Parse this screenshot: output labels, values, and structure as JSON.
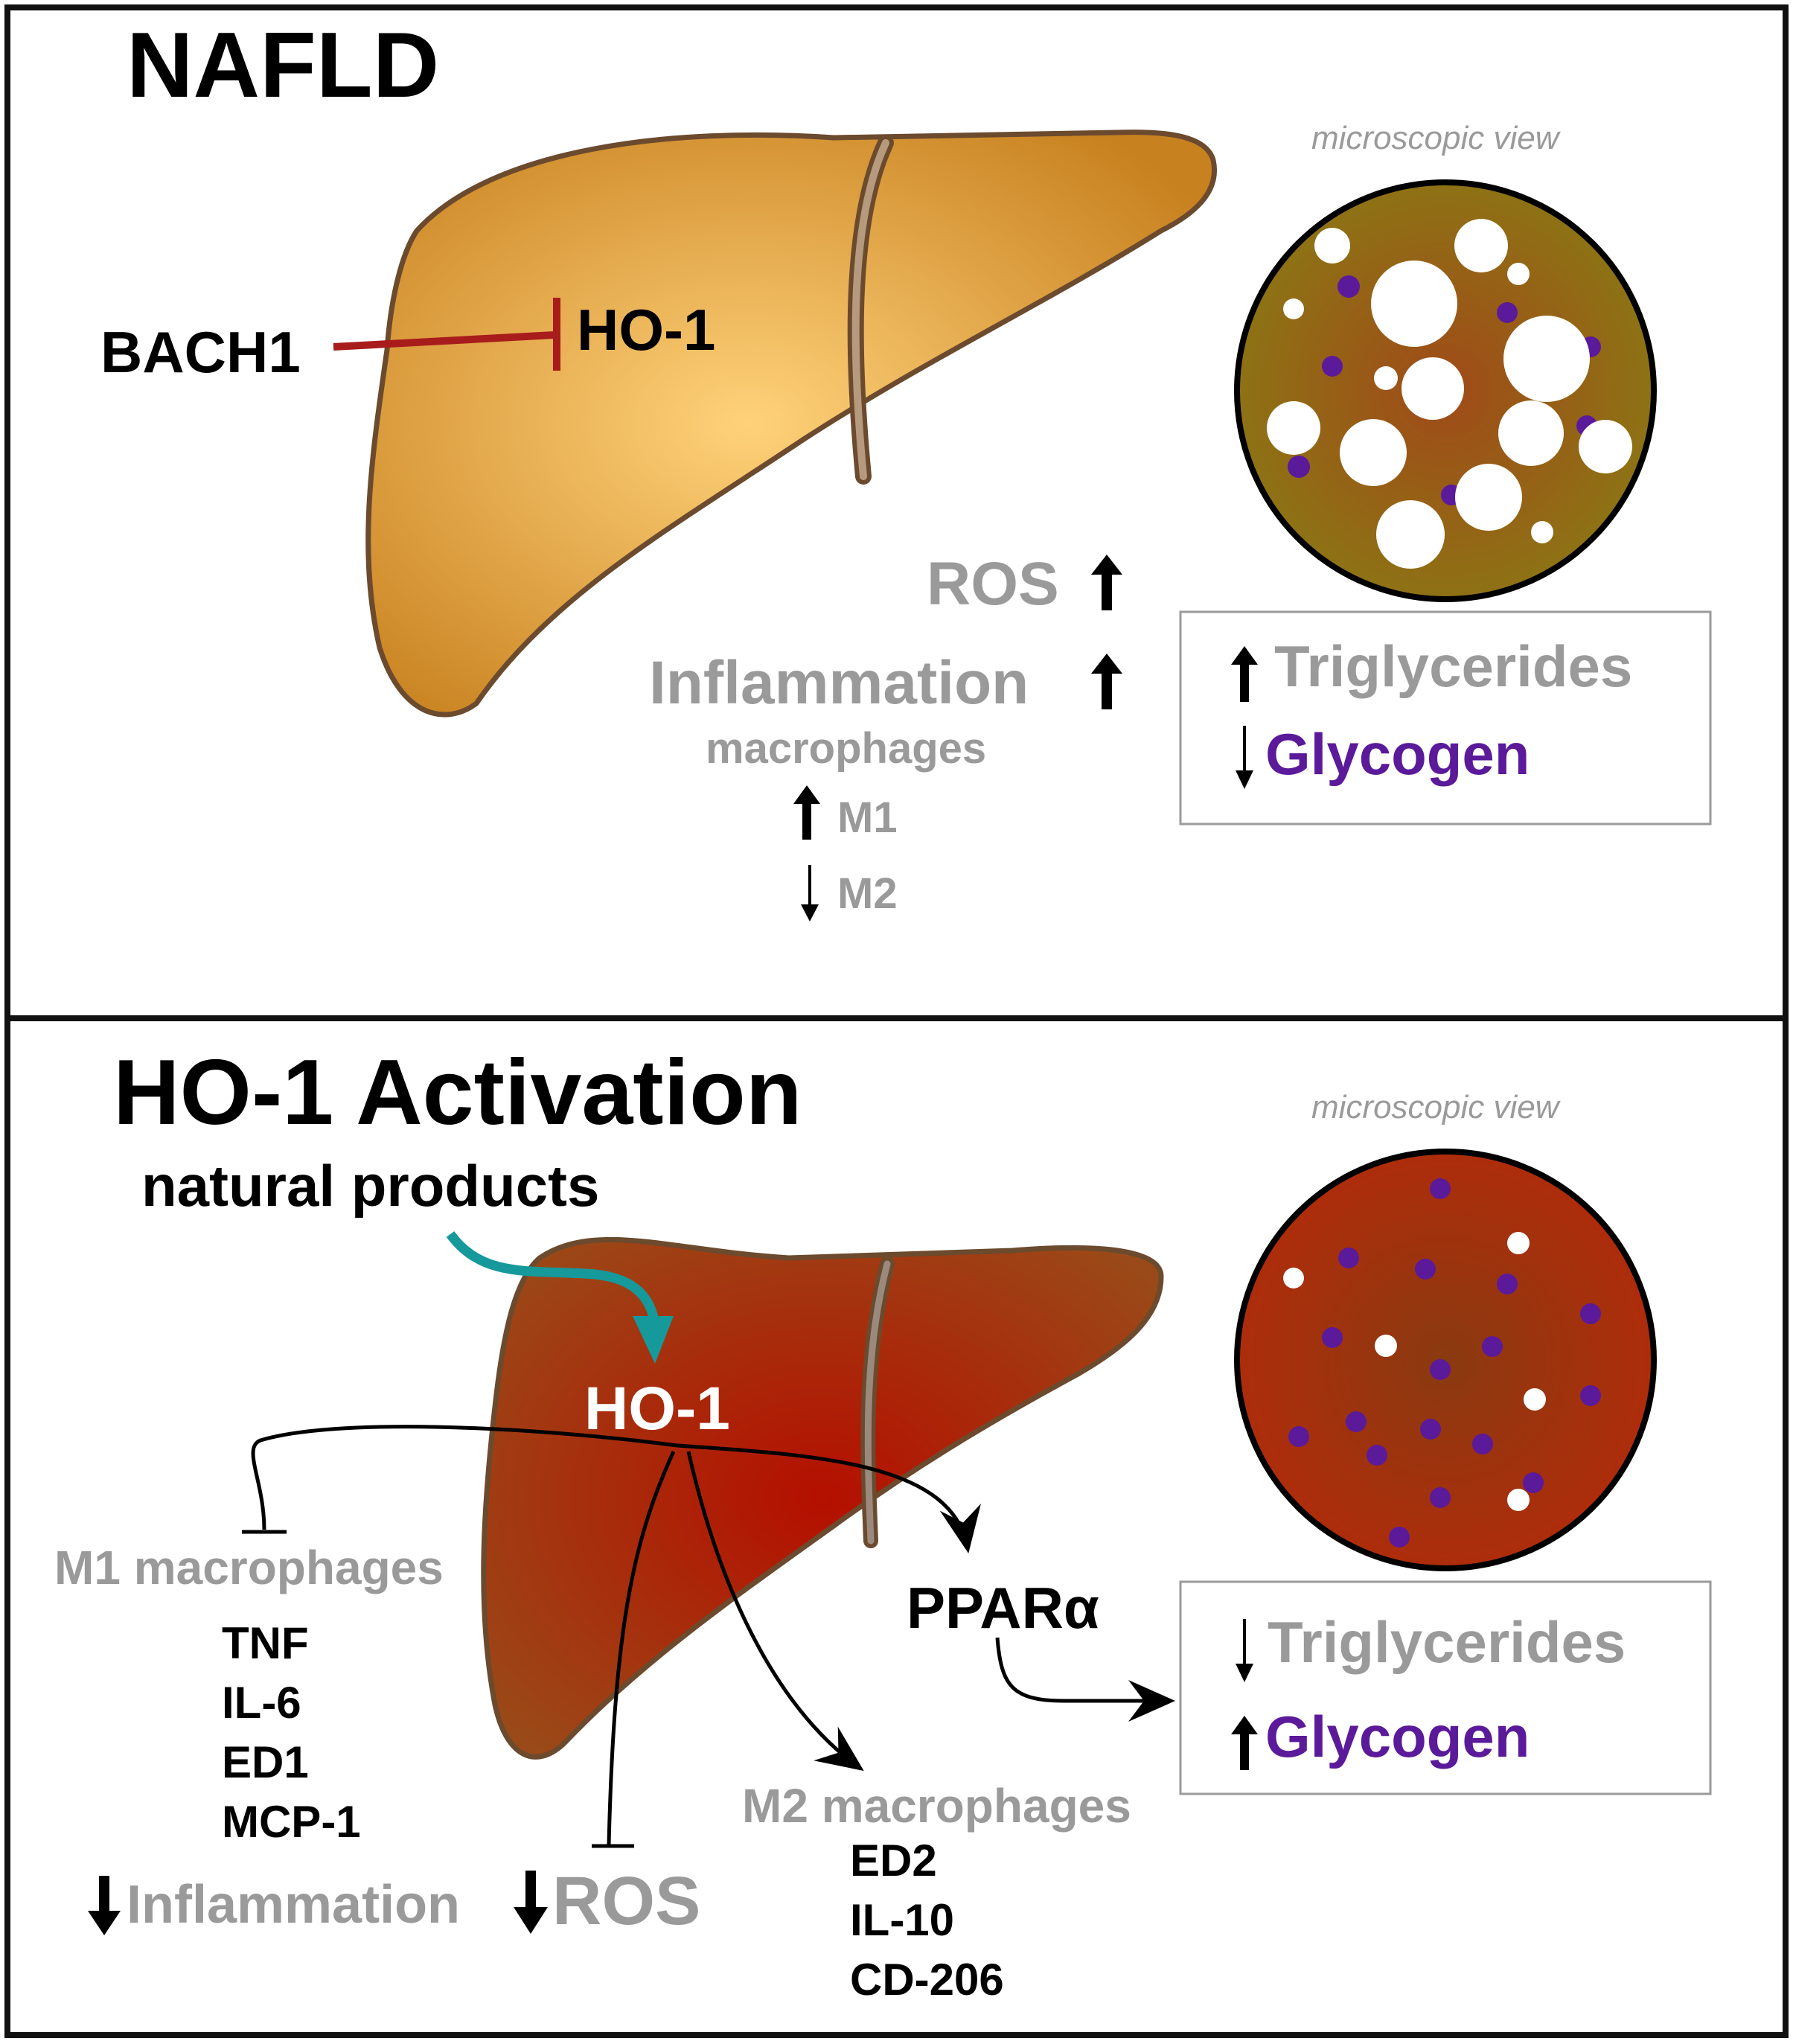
{
  "top_panel": {
    "title": "NAFLD",
    "microscope_label": "microscopic view",
    "inhibitor": "BACH1",
    "target": "HO-1",
    "ros": "ROS",
    "inflammation": "Inflammation",
    "macrophages": "macrophages",
    "m1": "M1",
    "m2": "M2",
    "box": {
      "triglycerides": "Triglycerides",
      "glycogen": "Glycogen"
    }
  },
  "bottom_panel": {
    "title": "HO-1 Activation",
    "microscope_label": "microscopic view",
    "activator": "natural products",
    "center": "HO-1",
    "ppar": "PPARα",
    "m1_label": "M1 macrophages",
    "m1_markers": [
      "TNF",
      "IL-6",
      "ED1",
      "MCP-1"
    ],
    "m2_label": "M2 macrophages",
    "m2_markers": [
      "ED2",
      "IL-10",
      "CD-206"
    ],
    "inflammation": "Inflammation",
    "ros": "ROS",
    "box": {
      "triglycerides": "Triglycerides",
      "glycogen": "Glycogen"
    }
  },
  "colors": {
    "gray_text": "#9a9a9a",
    "purple": "#5a1a9a",
    "inhibit_red": "#a81c1c",
    "teal": "#15999b",
    "liver_top_center": "#ffd27a",
    "liver_top_edge": "#c8811f",
    "liver_bottom_center": "#b50f00",
    "liver_bottom_edge": "#9a4a18",
    "micro_top_bg": "#8a7a14",
    "micro_bottom_bg": "#a52a0e"
  }
}
